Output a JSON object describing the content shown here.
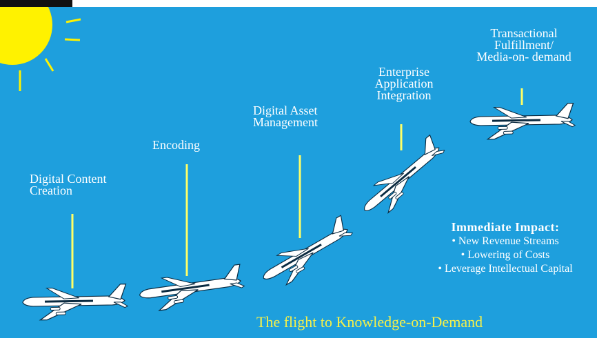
{
  "stages": [
    {
      "label": "Digital Content Creation"
    },
    {
      "label": "Encoding"
    },
    {
      "label": "Digital Asset Management"
    },
    {
      "label": "Enterprise Application Integration"
    },
    {
      "label": "Transactional Fulfillment/ Media-on- demand"
    }
  ],
  "impact": {
    "title": "Immediate Impact:",
    "items": [
      "• New Revenue Streams",
      "• Lowering of Costs",
      "• Leverage Intellectual Capital"
    ]
  },
  "tagline": "The flight to Knowledge-on-Demand",
  "colors": {
    "background": "#1E9FDD",
    "sun": "#FFF200",
    "tagline": "#F5F04A",
    "connector": "#FFFF66"
  }
}
